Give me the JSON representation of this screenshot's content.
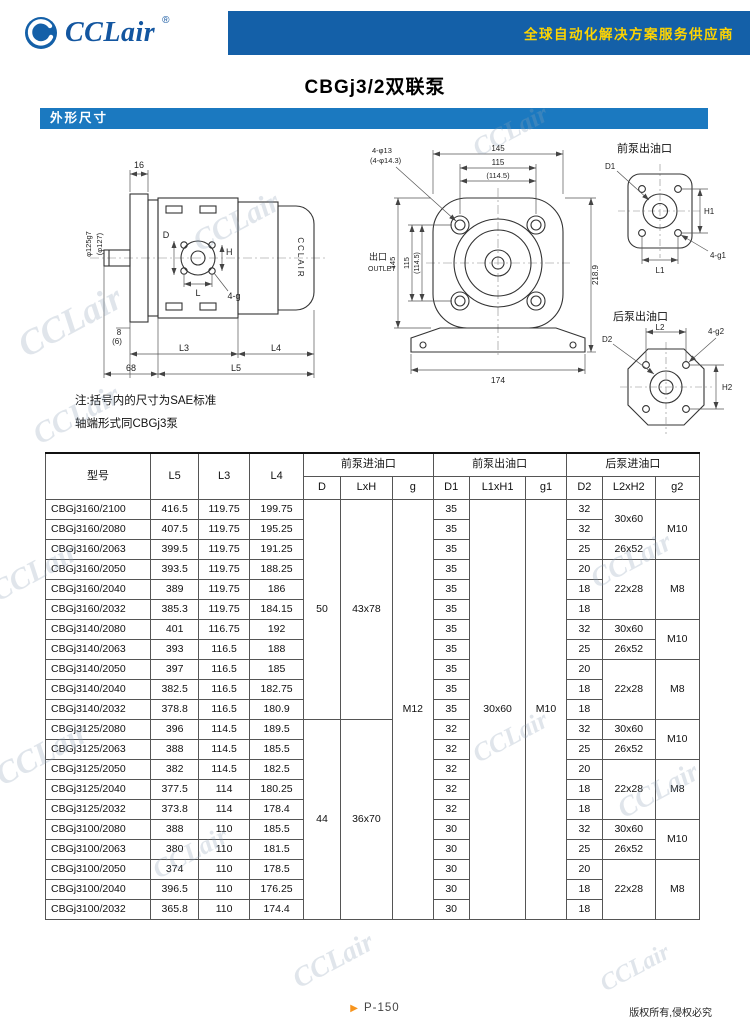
{
  "header": {
    "logo_text": "CCLair",
    "logo_reg": "®",
    "tagline": "全球自动化解决方案服务供应商"
  },
  "page": {
    "title": "CBGj3/2双联泵",
    "section_title": "外形尺寸"
  },
  "notes": {
    "line1": "注:括号内的尺寸为SAE标准",
    "line2": "轴端形式同CBGj3泵"
  },
  "watermark": "CCLair",
  "drawings": {
    "side_view": {
      "dim_16": "16",
      "shaft_dia": "φ125g7",
      "shaft_dia_sae": "(φ127)",
      "label_D": "D",
      "label_H": "H",
      "label_L": "L",
      "label_4g": "4-g",
      "dim_8": "8",
      "dim_6": "(6)",
      "dim_68": "68",
      "label_L3": "L3",
      "label_L4": "L4",
      "label_L5": "L5",
      "body_brand": "CCLAIR"
    },
    "front_view": {
      "callout_holes": "4-φ13",
      "callout_holes_sae": "(4-φ14.3)",
      "dim_top_145": "145",
      "dim_top_115": "115",
      "dim_top_114": "(114.5)",
      "dim_left_145": "145",
      "dim_left_115": "115",
      "dim_left_114": "(114.5)",
      "outlet_cn": "出口",
      "outlet_en": "OUTLET",
      "dim_bottom": "174",
      "dim_right": "218.9"
    },
    "front_outlet": {
      "title": "前泵出油口",
      "label_D1": "D1",
      "label_H1": "H1",
      "label_L1": "L1",
      "label_4g1": "4-g1"
    },
    "rear_outlet": {
      "title": "后泵出油口",
      "label_D2": "D2",
      "label_L2": "L2",
      "label_H2": "H2",
      "label_4g2": "4-g2"
    }
  },
  "table": {
    "main_headers": [
      {
        "label": "型号",
        "rowspan": 2
      },
      {
        "label": "L5",
        "rowspan": 2
      },
      {
        "label": "L3",
        "rowspan": 2
      },
      {
        "label": "L4",
        "rowspan": 2
      },
      {
        "label": "前泵进油口",
        "colspan": 3
      },
      {
        "label": "前泵出油口",
        "colspan": 3
      },
      {
        "label": "后泵进油口",
        "colspan": 3
      }
    ],
    "sub_headers": [
      "D",
      "LxH",
      "g",
      "D1",
      "L1xH1",
      "g1",
      "D2",
      "L2xH2",
      "g2"
    ],
    "rows": [
      [
        "CBGj3160/2100",
        "416.5",
        "119.75",
        "199.75",
        {
          "v": "50",
          "rs": 11
        },
        {
          "v": "43x78",
          "rs": 11
        },
        {
          "v": "M12",
          "rs": 21
        },
        "35",
        {
          "v": "30x60",
          "rs": 21
        },
        {
          "v": "M10",
          "rs": 21
        },
        "32",
        {
          "v": "30x60",
          "rs": 2
        },
        {
          "v": "M10",
          "rs": 3
        }
      ],
      [
        "CBGj3160/2080",
        "407.5",
        "119.75",
        "195.25",
        "35",
        "32"
      ],
      [
        "CBGj3160/2063",
        "399.5",
        "119.75",
        "191.25",
        "35",
        "25",
        "26x52"
      ],
      [
        "CBGj3160/2050",
        "393.5",
        "119.75",
        "188.25",
        "35",
        "20",
        {
          "v": "22x28",
          "rs": 3
        },
        {
          "v": "M8",
          "rs": 3
        }
      ],
      [
        "CBGj3160/2040",
        "389",
        "119.75",
        "186",
        "35",
        "18"
      ],
      [
        "CBGj3160/2032",
        "385.3",
        "119.75",
        "184.15",
        "35",
        "18"
      ],
      [
        "CBGj3140/2080",
        "401",
        "116.75",
        "192",
        "35",
        "32",
        "30x60",
        {
          "v": "M10",
          "rs": 2
        }
      ],
      [
        "CBGj3140/2063",
        "393",
        "116.5",
        "188",
        "35",
        "25",
        "26x52"
      ],
      [
        "CBGj3140/2050",
        "397",
        "116.5",
        "185",
        "35",
        "20",
        {
          "v": "22x28",
          "rs": 3
        },
        {
          "v": "M8",
          "rs": 3
        }
      ],
      [
        "CBGj3140/2040",
        "382.5",
        "116.5",
        "182.75",
        "35",
        "18"
      ],
      [
        "CBGj3140/2032",
        "378.8",
        "116.5",
        "180.9",
        "35",
        "18"
      ],
      [
        "CBGj3125/2080",
        "396",
        "114.5",
        "189.5",
        {
          "v": "44",
          "rs": 10
        },
        {
          "v": "36x70",
          "rs": 10
        },
        "32",
        "32",
        "30x60",
        {
          "v": "M10",
          "rs": 2
        }
      ],
      [
        "CBGj3125/2063",
        "388",
        "114.5",
        "185.5",
        "32",
        "25",
        "26x52"
      ],
      [
        "CBGj3125/2050",
        "382",
        "114.5",
        "182.5",
        "32",
        "20",
        {
          "v": "22x28",
          "rs": 3
        },
        {
          "v": "M8",
          "rs": 3
        }
      ],
      [
        "CBGj3125/2040",
        "377.5",
        "114",
        "180.25",
        "32",
        "18"
      ],
      [
        "CBGj3125/2032",
        "373.8",
        "114",
        "178.4",
        "32",
        "18"
      ],
      [
        "CBGj3100/2080",
        "388",
        "110",
        "185.5",
        "30",
        "32",
        "30x60",
        {
          "v": "M10",
          "rs": 2
        }
      ],
      [
        "CBGj3100/2063",
        "380",
        "110",
        "181.5",
        "30",
        "25",
        "26x52"
      ],
      [
        "CBGj3100/2050",
        "374",
        "110",
        "178.5",
        "30",
        "20",
        {
          "v": "22x28",
          "rs": 3
        },
        {
          "v": "M8",
          "rs": 3
        }
      ],
      [
        "CBGj3100/2040",
        "396.5",
        "110",
        "176.25",
        "30",
        "18"
      ],
      [
        "CBGj3100/2032",
        "365.8",
        "110",
        "174.4",
        "30",
        "18"
      ]
    ]
  },
  "footer": {
    "arrow": "▶",
    "page_no": "P-150",
    "copyright": "版权所有,侵权必究"
  }
}
